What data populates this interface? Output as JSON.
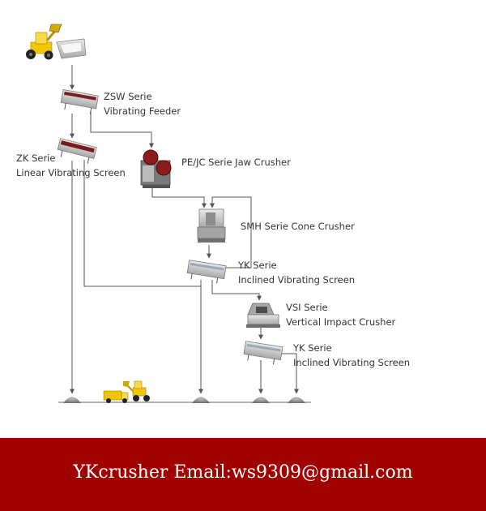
{
  "labels": {
    "zsw_line1": "ZSW Serie",
    "zsw_line2": "Vibrating Feeder",
    "zk_line1": "ZK Serie",
    "zk_line2": "Linear Vibrating Screen",
    "jaw": "PE/JC Serie Jaw Crusher",
    "cone": "SMH Serie Cone Crusher",
    "yk1_line1": "YK Serie",
    "yk1_line2": "Inclined Vibrating Screen",
    "vsi_line1": "VSI Serie",
    "vsi_line2": "Vertical Impact Crusher",
    "yk2_line1": "YK Serie",
    "yk2_line2": "Inclined Vibrating Screen"
  },
  "footer": {
    "text": "YKcrusher Email:ws9309@gmail.com"
  },
  "colors": {
    "footer_bg": "#a00101",
    "flow_line": "#555555",
    "loader_yellow": "#f2c600"
  }
}
